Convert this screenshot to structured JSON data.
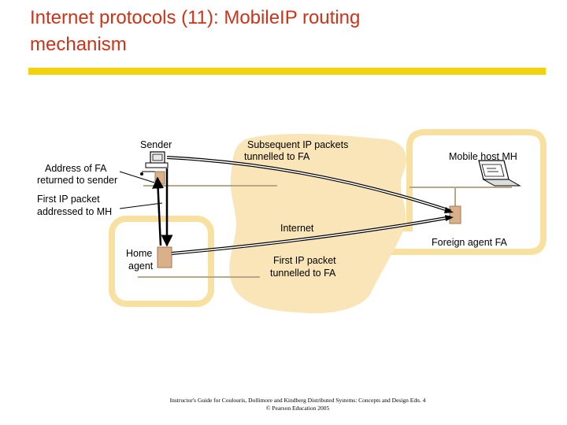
{
  "slide": {
    "title_line1": "Internet protocols (11): MobileIP routing",
    "title_line2": "mechanism"
  },
  "diagram": {
    "labels": {
      "sender": "Sender",
      "subsequent_line1": "Subsequent IP packets",
      "subsequent_line2": "tunnelled to FA",
      "mobile_host": "Mobile host MH",
      "address_fa_line1": "Address of FA",
      "address_fa_line2": "returned to sender",
      "first_packet_line1": "First IP packet",
      "first_packet_line2": "addressed to MH",
      "internet": "Internet",
      "foreign_agent": "Foreign agent FA",
      "home_agent_line1": "Home",
      "home_agent_line2": "agent",
      "first_tunnelled_line1": "First IP packet",
      "first_tunnelled_line2": "tunnelled to FA"
    },
    "colors": {
      "network_outline": "#f8e0a0",
      "cloud_fill": "#fae5b8",
      "router_fill": "#d9b088",
      "arrow": "#000000"
    }
  },
  "footer": {
    "line1": "Instructor's Guide for Coulouris, Dollimore and Kindberg Distributed Systems: Concepts and Design Edn. 4",
    "line2": "© Pearson Education 2005"
  }
}
